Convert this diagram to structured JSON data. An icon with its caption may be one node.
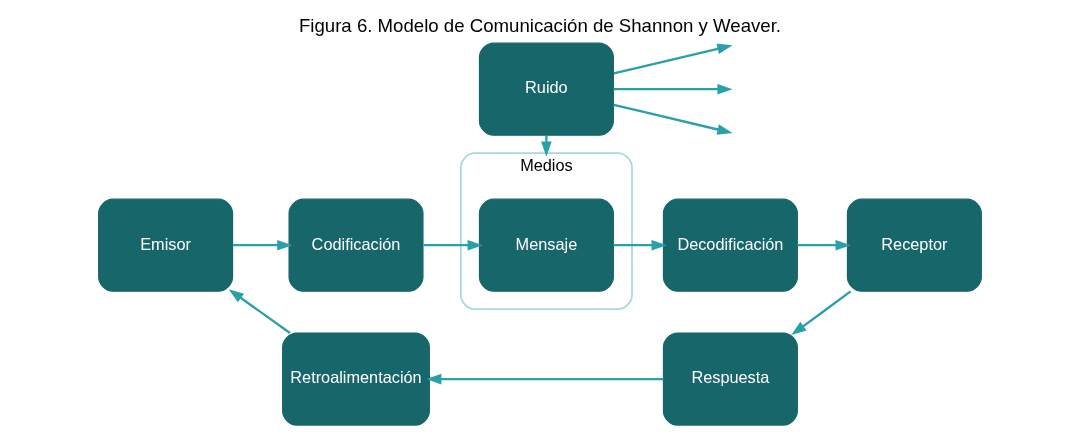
{
  "diagram": {
    "title": "Figura 6. Modelo de Comunicación de Shannon y Weaver.",
    "nodes": [
      {
        "text": [
          "Emisor"
        ]
      },
      {
        "text": [
          "Codificación"
        ]
      },
      {
        "text": [
          "Medios"
        ]
      },
      {
        "text": [
          "Mensaje"
        ],
        "in": 2
      },
      {
        "text": [
          "Decodificación"
        ]
      },
      {
        "text": [
          "Receptor"
        ]
      },
      {
        "text": [
          "Ruido"
        ]
      },
      {
        "text": [
          "Respuesta"
        ]
      },
      {
        "text": [
          "Retroalimentación"
        ]
      }
    ],
    "edges": [
      {
        "from": 0,
        "to": 1,
        "arrow": "to"
      },
      {
        "from": 1,
        "to": 3,
        "arrow": "to"
      },
      {
        "from": 3,
        "to": 4,
        "arrow": "to"
      },
      {
        "from": 4,
        "to": 5,
        "arrow": "to"
      },
      {
        "from": 5,
        "to": 7,
        "arrow": "to"
      },
      {
        "from": 7,
        "to": 8,
        "arrow": "to"
      },
      {
        "from": 8,
        "to": 0,
        "arrow": "to"
      },
      {
        "from": 6,
        "to": 2,
        "arrow": "to"
      },
      {
        "from": 6,
        "to": null,
        "arrow": "to"
      },
      {
        "from": 6,
        "to": null,
        "arrow": "to"
      },
      {
        "from": 6,
        "to": null,
        "arrow": "to"
      }
    ]
  }
}
